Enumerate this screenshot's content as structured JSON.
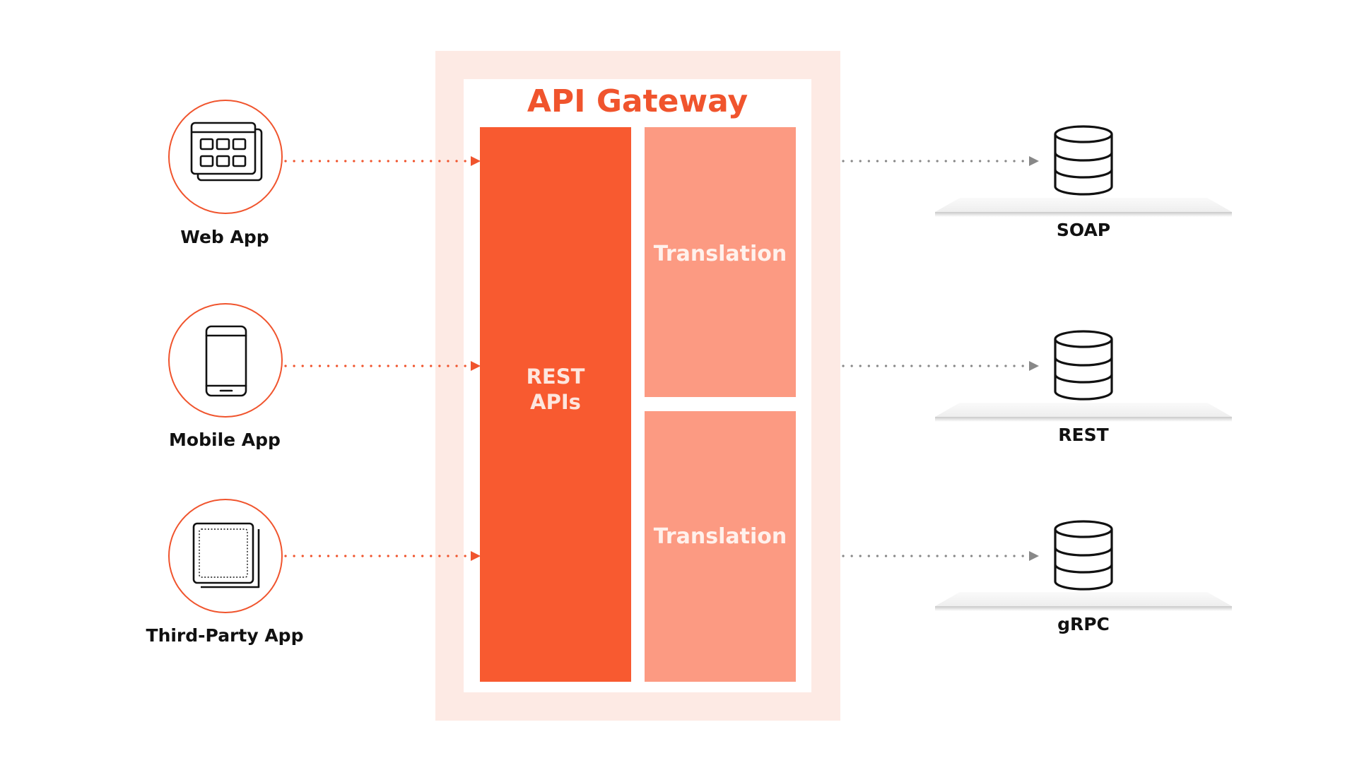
{
  "gateway": {
    "title": "API Gateway",
    "rest_label": "REST\nAPIs",
    "translation_top": "Translation",
    "translation_bottom": "Translation"
  },
  "clients": [
    {
      "label": "Web App",
      "icon": "web-app-grid-icon"
    },
    {
      "label": "Mobile App",
      "icon": "mobile-phone-icon"
    },
    {
      "label": "Third-Party App",
      "icon": "third-party-app-icon"
    }
  ],
  "backends": [
    {
      "label": "SOAP",
      "icon": "database-icon"
    },
    {
      "label": "REST",
      "icon": "database-icon"
    },
    {
      "label": "gRPC",
      "icon": "database-icon"
    }
  ],
  "colors": {
    "accent": "#f0542d",
    "rest_block": "#f85a30",
    "translation_block": "#fc9a82",
    "gateway_background": "#fdeae4",
    "right_connector": "#888888"
  }
}
